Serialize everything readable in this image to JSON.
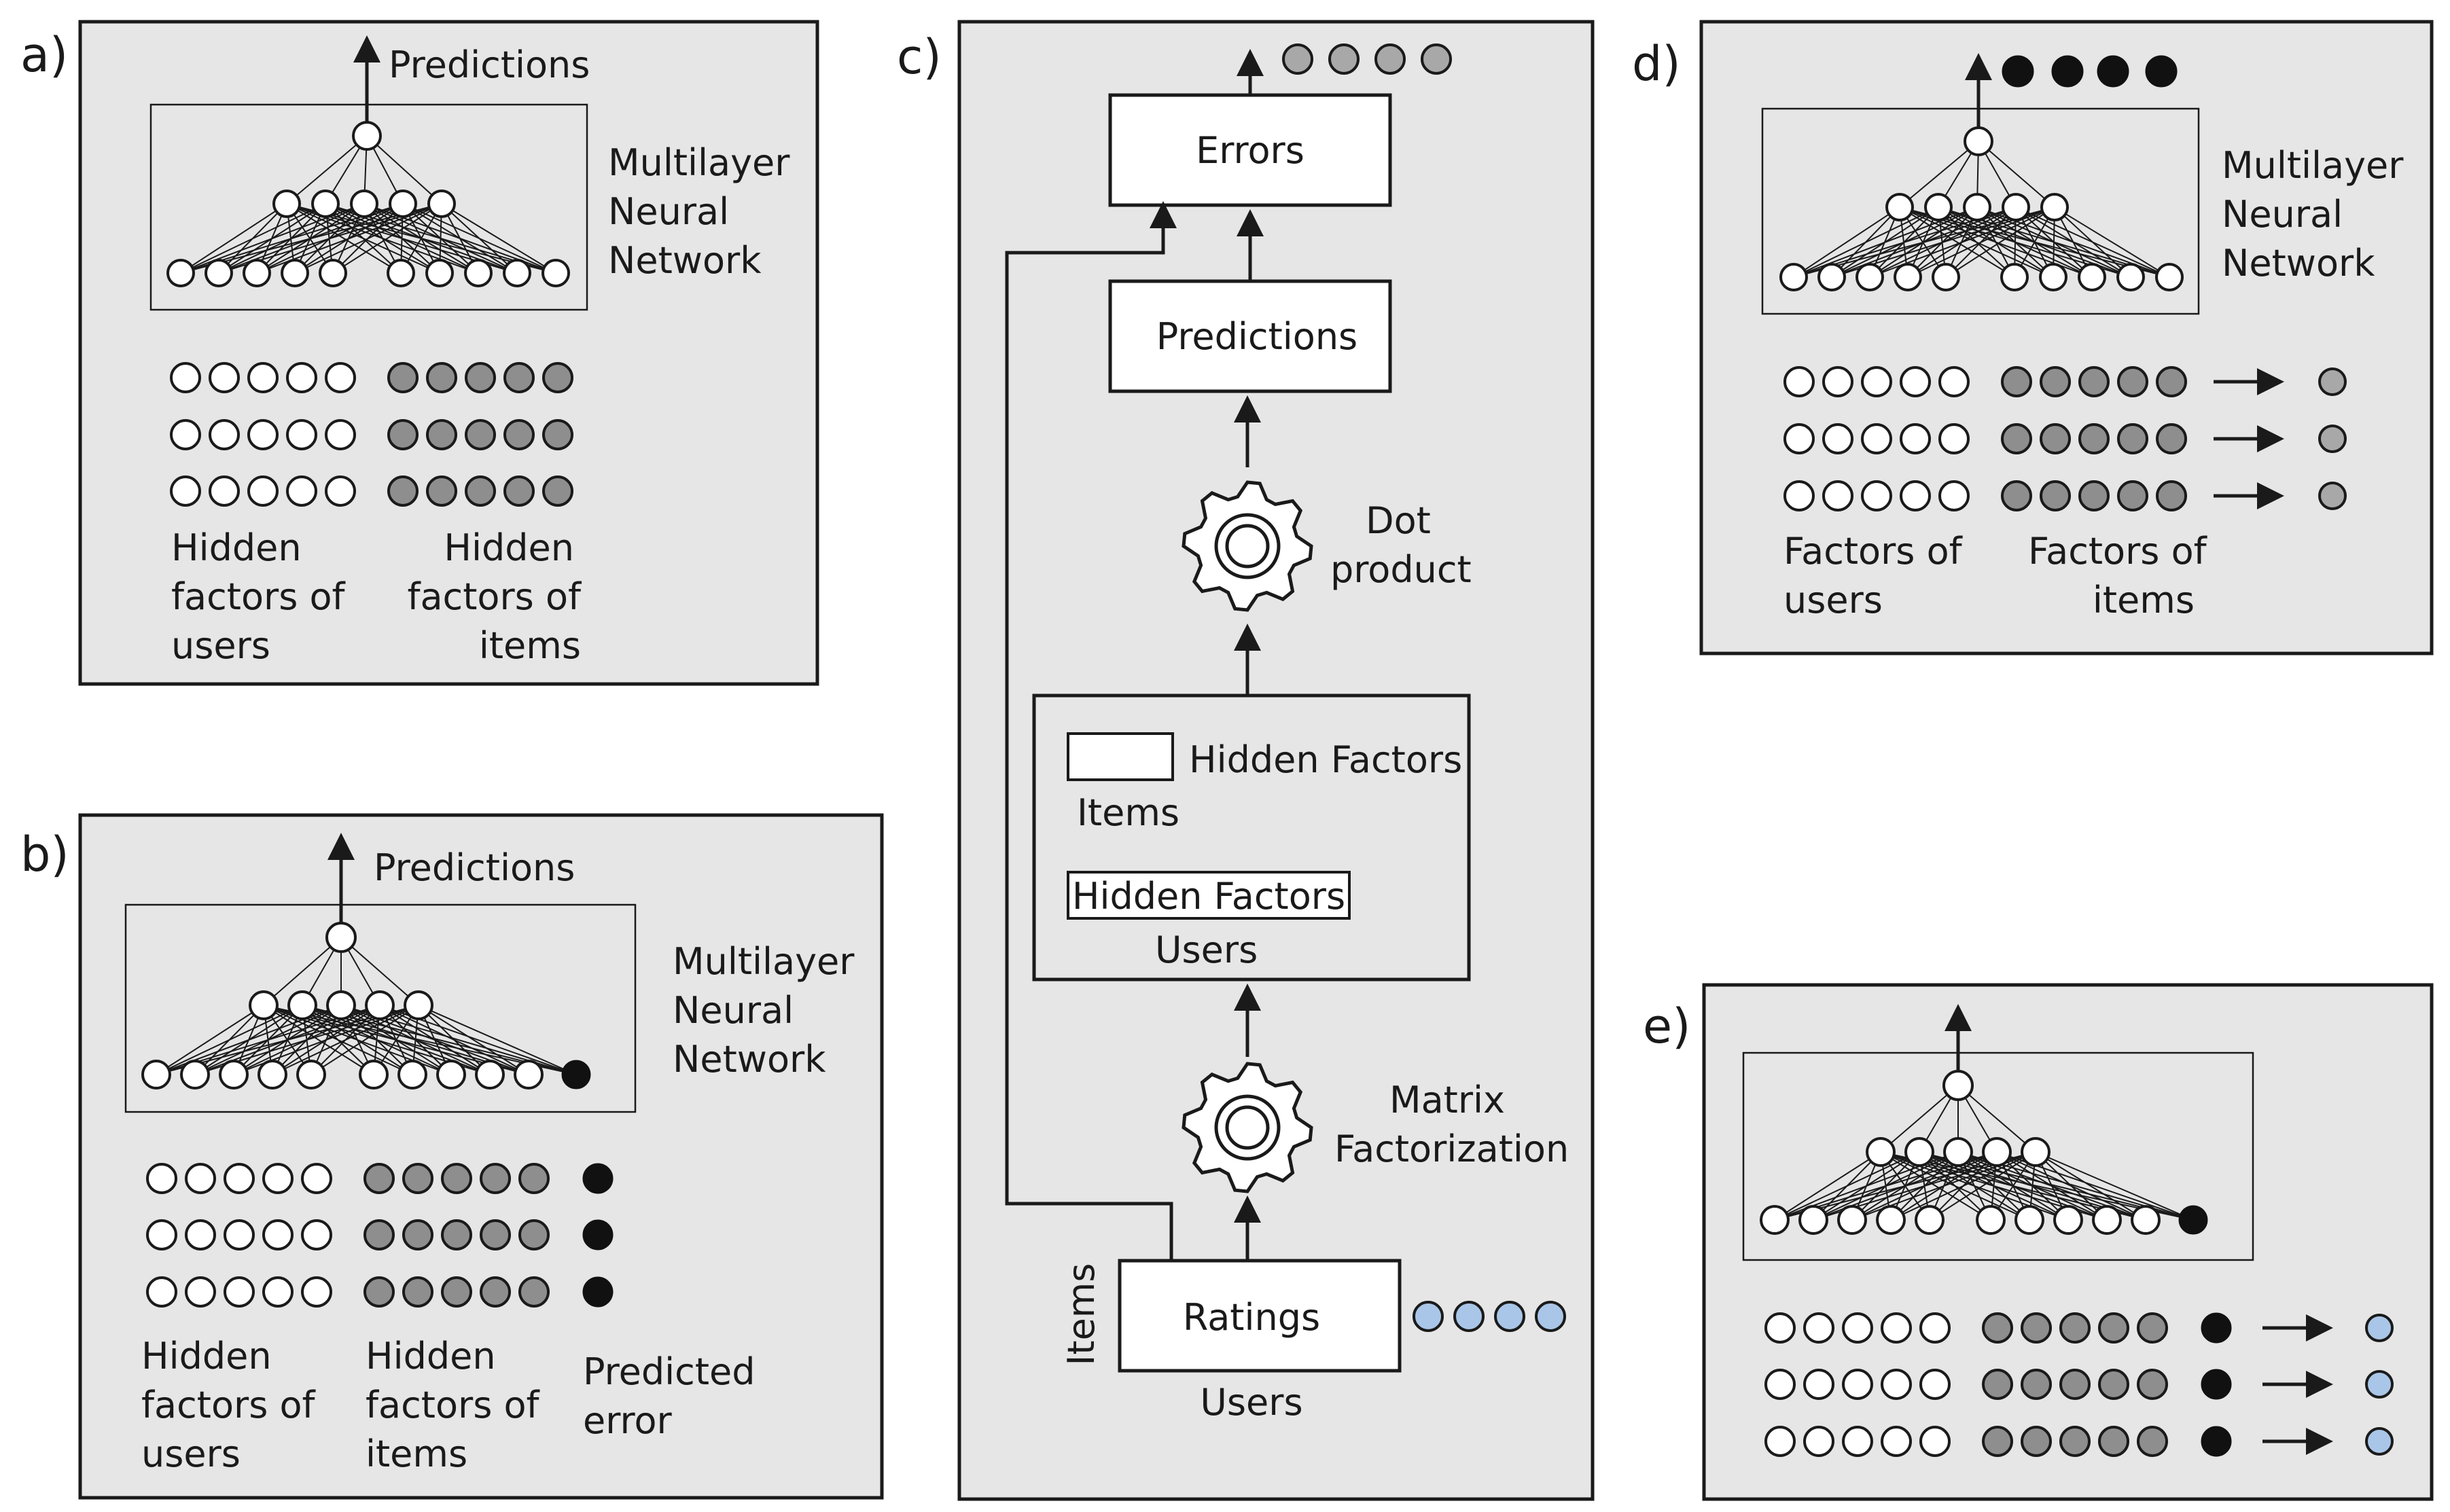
{
  "panels": {
    "a": {
      "letter": "a)",
      "output_label": "Predictions",
      "network_label": [
        "Multilayer",
        "Neural",
        "Network"
      ],
      "users_label": [
        "Hidden",
        "factors of",
        "users"
      ],
      "items_label": [
        "Hidden",
        "factors of",
        "items"
      ]
    },
    "b": {
      "letter": "b)",
      "output_label": "Predictions",
      "network_label": [
        "Multilayer",
        "Neural",
        "Network"
      ],
      "users_label": [
        "Hidden",
        "factors of",
        "users"
      ],
      "items_label": [
        "Hidden",
        "factors of",
        "items"
      ],
      "error_label": [
        "Predicted",
        "error"
      ]
    },
    "c": {
      "letter": "c)",
      "errors_box": "Errors",
      "predictions_box": "Predictions",
      "dot_product_label": [
        "Dot",
        "product"
      ],
      "hidden_factors_items": "Hidden Factors",
      "items_label": "Items",
      "hidden_factors_users": "Hidden Factors",
      "users_label": "Users",
      "mf_label": [
        "Matrix",
        "Factorization"
      ],
      "ratings_box": "Ratings",
      "ratings_items_axis": "Items",
      "ratings_users_axis": "Users"
    },
    "d": {
      "letter": "d)",
      "network_label": [
        "Multilayer",
        "Neural",
        "Network"
      ],
      "users_label": [
        "Factors of",
        "users"
      ],
      "items_label": [
        "Factors of",
        "items"
      ]
    },
    "e": {
      "letter": "e)"
    }
  },
  "colors": {
    "panel_bg": "#e6e6e6",
    "hidden_factor_gray": "#8e8e8e",
    "error_black": "#111111",
    "rating_blue": "#a9c6e8"
  }
}
